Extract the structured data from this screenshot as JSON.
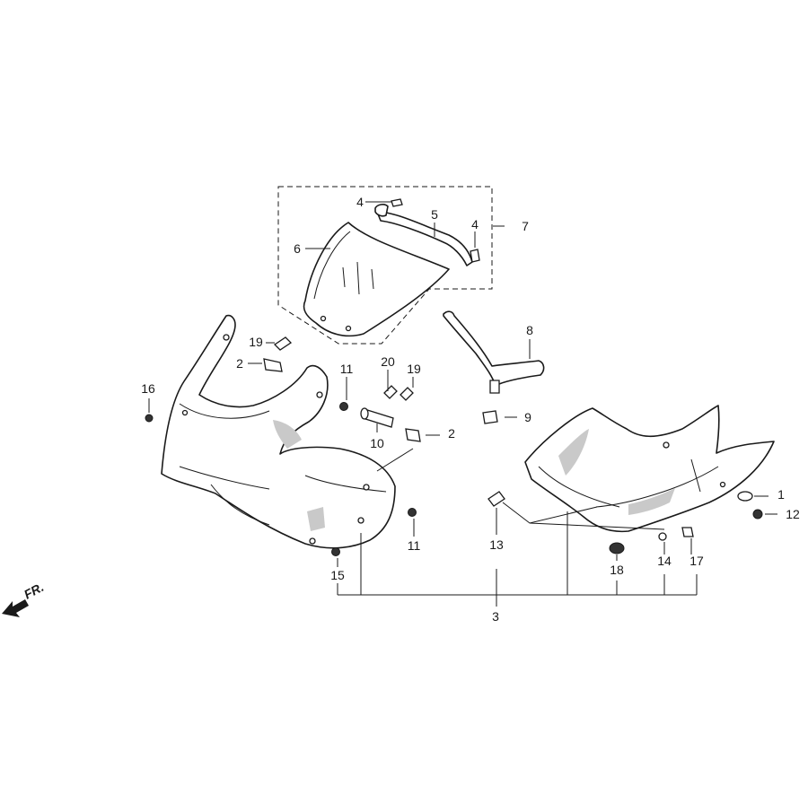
{
  "callouts": [
    "1",
    "2",
    "2",
    "3",
    "4",
    "4",
    "5",
    "6",
    "7",
    "8",
    "9",
    "10",
    "11",
    "11",
    "12",
    "13",
    "14",
    "15",
    "16",
    "17",
    "18",
    "19",
    "19",
    "20"
  ],
  "direction_label": "FR."
}
